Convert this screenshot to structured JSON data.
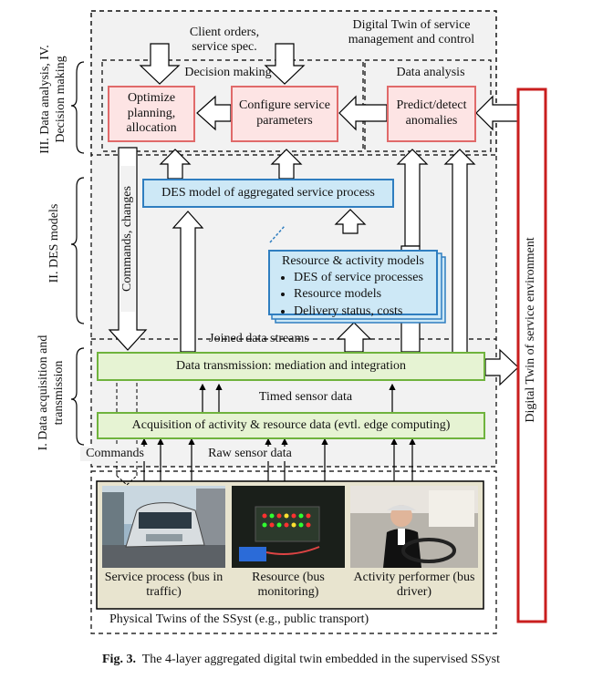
{
  "layers": {
    "top_title": "Digital Twin of service management and control",
    "client_orders": "Client orders, service spec.",
    "decision_making": "Decision making",
    "data_analysis": "Data analysis",
    "optimize": "Optimize planning, allocation",
    "configure": "Configure service parameters",
    "predict": "Predict/detect anomalies",
    "des_model": "DES model of aggregated service process",
    "resource_models_title": "Resource & activity models",
    "resource_models_items": [
      "DES of service processes",
      "Resource models",
      "Delivery status, costs"
    ],
    "commands_changes": "Commands, changes",
    "joined_streams": "Joined data streams",
    "data_transmission": "Data transmission: mediation and integration",
    "timed_sensor": "Timed sensor data",
    "acquisition": "Acquisition of activity & resource data (evtl. edge computing)",
    "commands": "Commands",
    "raw_sensor": "Raw sensor data",
    "photo1_caption": "Service process (bus in traffic)",
    "photo2_caption": "Resource (bus monitoring)",
    "photo3_caption": "Activity performer (bus driver)",
    "physical_twins": "Physical Twins of the SSyst (e.g., public transport)",
    "side_right": "Digital Twin of service environment",
    "side_layer34": "III. Data analysis, IV. Decision making",
    "side_layer2": "II. DES models",
    "side_layer1": "I. Data acquisition and transmission"
  },
  "caption": {
    "prefix": "Fig. 3.",
    "text": "The 4-layer aggregated digital twin embedded in the supervised SSyst"
  },
  "colors": {
    "pink_border": "#e06a6a",
    "blue_border": "#2f7ec0",
    "green_border": "#6fb33d",
    "red_border": "#c91e1e"
  }
}
